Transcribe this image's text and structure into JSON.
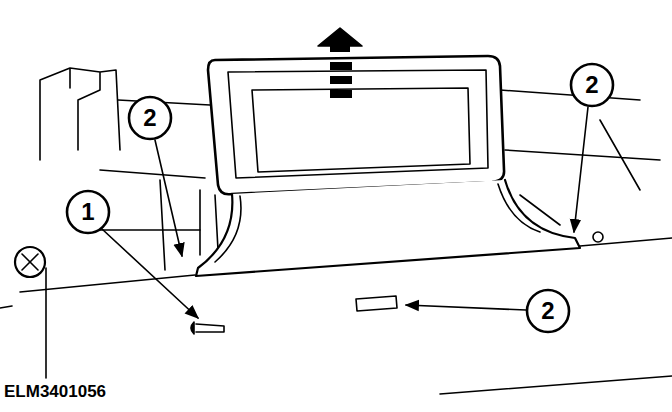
{
  "diagram": {
    "labels": [
      "2",
      "2",
      "1",
      "2",
      "ELM3401056"
    ]
  }
}
